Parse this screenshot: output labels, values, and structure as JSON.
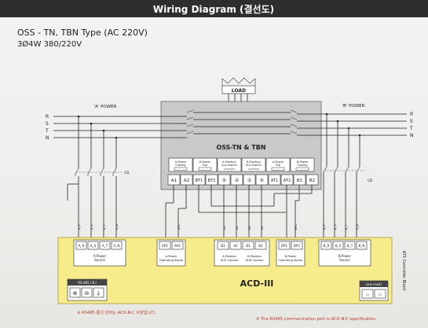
{
  "header": {
    "title": "Wiring Diagram (결선도)"
  },
  "subtitle": {
    "line1": "OSS - TN, TBN Type (AC 220V)",
    "line2": "3Ø4W 380/220V"
  },
  "colors": {
    "header_bg": "#2e2e2e",
    "controller_fill": "#f6ec8c",
    "panel_fill": "#c9c9c9",
    "phase_a_dot": "#d9a400"
  },
  "load": {
    "label": "LOAD"
  },
  "power_a": {
    "label": "'A' POWER",
    "phases": [
      "R",
      "S",
      "T",
      "N"
    ],
    "breaker_label": "CB"
  },
  "power_b": {
    "label": "'B' POWER",
    "phases": [
      "R",
      "S",
      "T",
      "N"
    ],
    "breaker_label": "CB"
  },
  "switch_panel": {
    "title": "OSS-TN & TBN",
    "functions": [
      {
        "line1": "A-Power",
        "line2": "Closing"
      },
      {
        "line1": "B-Power",
        "line2": "Trip"
      },
      {
        "line1": "A-Position",
        "line2": "Aux Switch"
      },
      {
        "line1": "B-Position",
        "line2": "Aux Switch"
      },
      {
        "line1": "A-Power",
        "line2": "Trip"
      },
      {
        "line1": "B-Power",
        "line2": "Closing"
      }
    ],
    "terminals": [
      "A1",
      "A2",
      "BT1",
      "BT2",
      "①",
      "②",
      "③",
      "④",
      "AT1",
      "AT2",
      "B1",
      "B2"
    ]
  },
  "wire_labels": {
    "a_source": [
      "A_R",
      "A_S",
      "A_T",
      "A_N"
    ],
    "ap": "AP1",
    "aux": [
      "B1",
      "B2",
      "B1",
      "B2"
    ],
    "bp": "BP1",
    "b_source": [
      "B_R",
      "B_S",
      "B_T",
      "B_N"
    ]
  },
  "controller": {
    "title": "ACD-III",
    "side_label": "ATS Controller Block",
    "groups": [
      {
        "terminals": [
          "A_R",
          "A_S",
          "A_T",
          "A_N"
        ],
        "caption_line1": "A-Power",
        "caption_line2": "Source"
      },
      {
        "terminals": [
          "AP1",
          "AP2"
        ],
        "caption_line1": "A-Power",
        "caption_line2": "Operating Signal"
      },
      {
        "terminals": [
          "B1",
          "A2"
        ],
        "caption_line1": "A-Position",
        "caption_line2": "AUX Contact"
      },
      {
        "terminals": [
          "B1",
          "B2"
        ],
        "caption_line1": "B-Position",
        "caption_line2": "AUX Contact"
      },
      {
        "terminals": [
          "BP1",
          "BP2"
        ],
        "caption_line1": "B-Power",
        "caption_line2": "Operating Signal"
      },
      {
        "terminals": [
          "B_R",
          "B_S",
          "B_T",
          "B_N"
        ],
        "caption_line1": "B-Power",
        "caption_line2": "Source"
      }
    ],
    "rs485": {
      "label": "RS-485 / B.I",
      "terminals": [
        "⊕",
        "⊖",
        "⏚"
      ]
    },
    "gen_start": {
      "label": "GEN START",
      "terminals": [
        "▭",
        "▭"
      ]
    }
  },
  "notes": {
    "left": "※ RS485 통신 단자는 ACD-Ⅲ-C 사양입니다.",
    "right": "※ The RS485 communication port is ACD-Ⅲ-C specification."
  }
}
